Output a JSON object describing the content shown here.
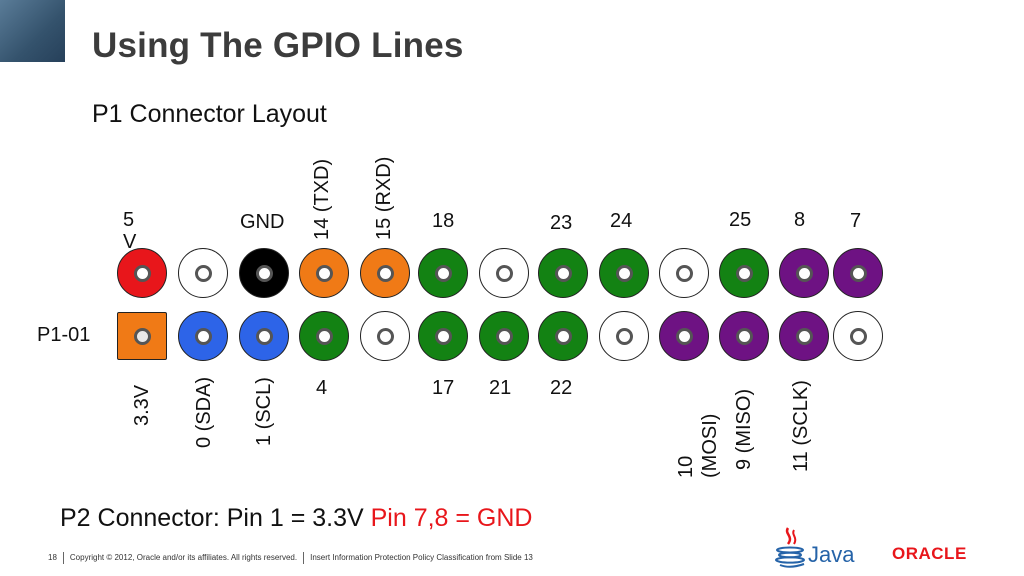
{
  "title": "Using The GPIO Lines",
  "subtitle": "P1 Connector Layout",
  "colors": {
    "red": "#e8161b",
    "white": "#ffffff",
    "black": "#000000",
    "orange": "#f07a16",
    "green": "#138213",
    "blue": "#2d64e8",
    "purple": "#6e1283"
  },
  "connector_label": "P1-01",
  "top_row": {
    "pins": [
      "red",
      "white",
      "black",
      "orange",
      "orange",
      "green",
      "white",
      "green",
      "green",
      "white",
      "green",
      "purple",
      "purple"
    ],
    "labels": {
      "five_v": "5 V",
      "gnd": "GND",
      "txd": "14 (TXD)",
      "rxd": "15 (RXD)",
      "p18": "18",
      "p23": "23",
      "p24": "24",
      "p25": "25",
      "p8": "8",
      "p7": "7"
    }
  },
  "bottom_row": {
    "pins": [
      "orange",
      "blue",
      "blue",
      "green",
      "white",
      "green",
      "green",
      "green",
      "white",
      "purple",
      "purple",
      "purple",
      "white"
    ],
    "labels": {
      "v33": "3.3V",
      "sda": "0 (SDA)",
      "scl": "1 (SCL)",
      "p4": "4",
      "p17": "17",
      "p21": "21",
      "p22": "22",
      "mosi_num": "10",
      "mosi": "(MOSI)",
      "miso": "9 (MISO)",
      "sclk": "11 (SCLK)"
    }
  },
  "p2_note": {
    "prefix": "P2 Connector: Pin 1 = 3.3V ",
    "highlight": "Pin 7,8 = GND"
  },
  "footer": {
    "page": "18",
    "copyright": "Copyright © 2012, Oracle and/or its affiliates. All rights reserved.",
    "classification": "Insert Information Protection Policy Classification from Slide 13"
  },
  "logos": {
    "java": "Java",
    "oracle": "ORACLE"
  }
}
